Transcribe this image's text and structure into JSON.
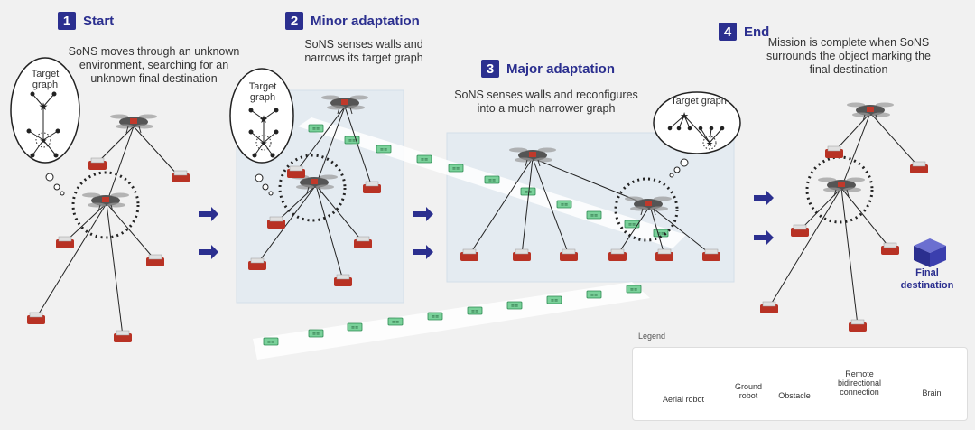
{
  "steps": [
    {
      "number": "1",
      "label": "Start",
      "description": "SoNS moves through an unknown environment, searching for an unknown final destination"
    },
    {
      "number": "2",
      "label": "Minor adaptation",
      "description": "SoNS senses walls and narrows its target graph"
    },
    {
      "number": "3",
      "label": "Major adaptation",
      "description": "SoNS senses walls and reconfigures into a much narrower graph"
    },
    {
      "number": "4",
      "label": "End",
      "description": "Mission is complete when SoNS surrounds the object marking the final destination"
    }
  ],
  "bubbles": {
    "target_graph": "Target graph"
  },
  "final_destination": "Final destination",
  "legend": {
    "title": "Legend",
    "aerial_robot": "Aerial robot",
    "ground_robot": "Ground robot",
    "obstacle": "Obstacle",
    "connection": "Remote bidirectional connection",
    "brain": "Brain"
  },
  "colors": {
    "accent": "#2b2f8f",
    "ground_robot": "#c0392b",
    "obstacle": "#3aa56b"
  }
}
